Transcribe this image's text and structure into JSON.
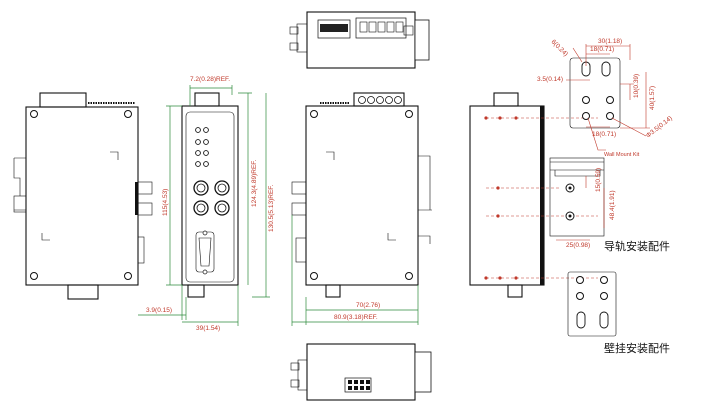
{
  "dimensions": {
    "top_width": "7.2(0.28)REF.",
    "height_main": "115(4.53)",
    "height_124": "124.3(4.89)REF.",
    "height_130": "130.5(5.13)REF.",
    "offset_3_9": "3.9(0.15)",
    "width_39": "39(1.54)",
    "width_70": "70(2.76)",
    "width_80_9": "80.9(3.18)REF.",
    "wall_6": "6(0.24)",
    "wall_30": "30(1.18)",
    "wall_18_top": "18(0.71)",
    "wall_3_5": "3.5(0.14)",
    "wall_10": "10(0.39)",
    "wall_40": "40(1.57)",
    "wall_18_bottom": "18(0.71)",
    "wall_hole": "Φ3.5(0.14)",
    "rail_15": "15(0.59)",
    "rail_48_4": "48.4(1.91)",
    "rail_25": "25(0.98)"
  },
  "labels": {
    "wall_mount_kit": "Wall Mount Kit",
    "din_rail_parts": "导轨安装配件",
    "wall_parts": "壁挂安装配件"
  }
}
